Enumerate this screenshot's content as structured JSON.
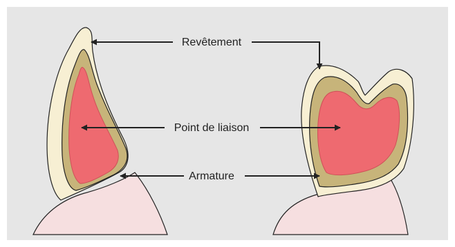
{
  "labels": {
    "coating": "Revêtement",
    "bond_point": "Point de liaison",
    "framework": "Armature"
  },
  "colors": {
    "background": "#e6e6e6",
    "coating_fill": "#f7efd3",
    "framework_fill": "#c7b47a",
    "bond_fill": "#ee6a70",
    "gum_fill": "#f6dfe0",
    "outline": "#222222"
  }
}
